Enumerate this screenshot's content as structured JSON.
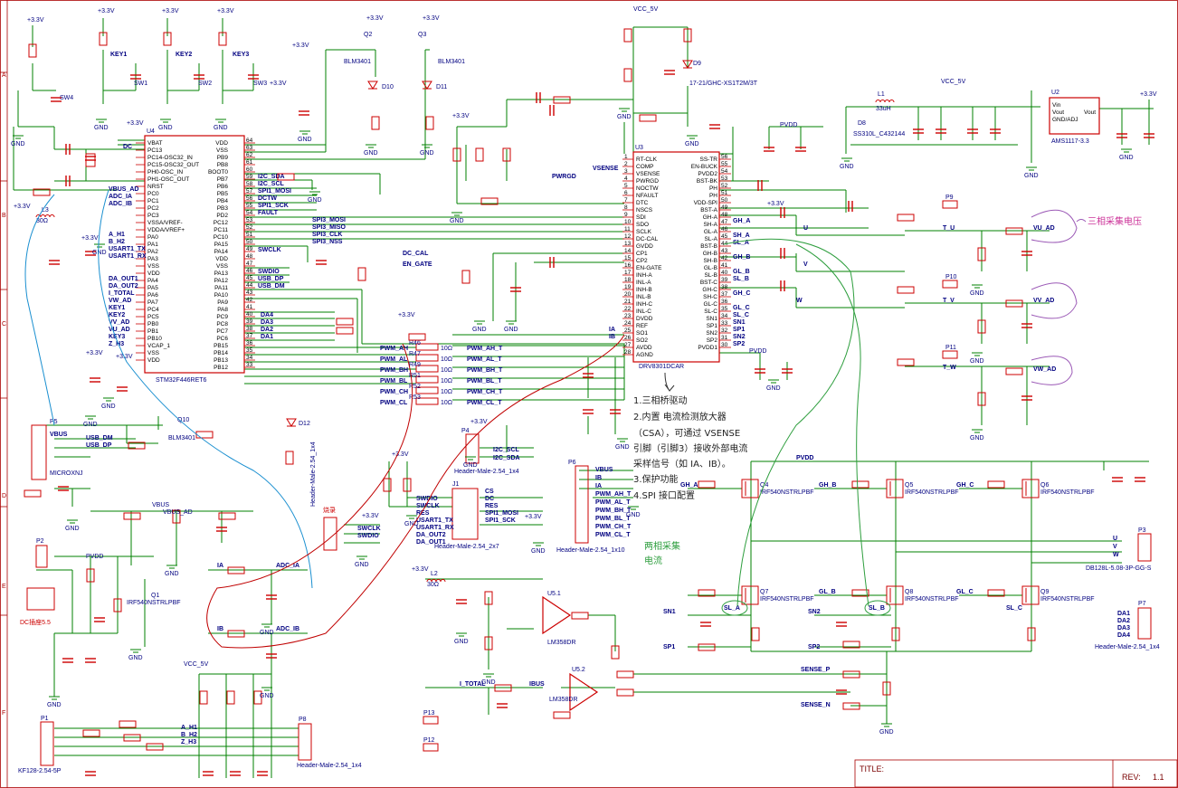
{
  "power_labels": {
    "v33": "+3.3V",
    "vcc5": "VCC_5V",
    "pvdd": "PVDD",
    "gnd": "GND",
    "vbus": "VBUS",
    "vbus_ad": "VBUS_AD"
  },
  "mcu": {
    "ref": "U4",
    "part": "STM32F446RET6",
    "left_pins": [
      "VBAT",
      "PC13",
      "PC14-OSC32_IN",
      "PC15-OSC32_OUT",
      "PH0-OSC_IN",
      "PH1-OSC_OUT",
      "NRST",
      "PC0",
      "PC1",
      "PC2",
      "PC3",
      "VSSA/VREF-",
      "VDDA/VREF+",
      "PA0",
      "PA1",
      "PA2",
      "PA3",
      "VSS",
      "VDD",
      "PA4",
      "PA5",
      "PA6",
      "PA7",
      "PC4",
      "PC5",
      "PB0",
      "PB1",
      "PB10",
      "VCAP_1",
      "VSS",
      "VDD"
    ],
    "left_nets": [
      "DC",
      "VBUS_AD",
      "ADC_IA",
      "ADC_IB",
      "A_H1",
      "B_H2",
      "USART1_TX",
      "USART1_RX",
      "DA_OUT1",
      "DA_OUT2",
      "I_TOTAL",
      "VW_AD",
      "KEY1",
      "KEY2",
      "VV_AD",
      "VU_AD",
      "KEY3",
      "Z_H3"
    ],
    "right_pins": [
      "VDD",
      "VSS",
      "PB9",
      "PB8",
      "BOOT0",
      "PB7",
      "PB6",
      "PB5",
      "PB4",
      "PB3",
      "PD2",
      "PC12",
      "PC11",
      "PC10",
      "PA15",
      "PA14",
      "VDD",
      "VSS",
      "PA13",
      "PA12",
      "PA11",
      "PA10",
      "PA9",
      "PA8",
      "PC9",
      "PC8",
      "PC7",
      "PC6",
      "PB15",
      "PB14",
      "PB13",
      "PB12"
    ],
    "right_nums": [
      "64",
      "63",
      "62",
      "61",
      "60",
      "59",
      "58",
      "57",
      "56",
      "55",
      "54",
      "53",
      "52",
      "51",
      "50",
      "49",
      "48",
      "47",
      "46",
      "45",
      "44",
      "43",
      "42",
      "41",
      "40",
      "39",
      "38",
      "37",
      "36",
      "35",
      "34",
      "33"
    ],
    "right_nets": [
      "I2C_SDA",
      "I2C_SCL",
      "SPI1_MOSI",
      "DCTW",
      "SPI1_SCK",
      "FAULT",
      "SPI3_MOSI",
      "SPI3_MISO",
      "SPI3_CLK",
      "SPI3_NSS",
      "SWCLK",
      "SWDIO",
      "USB_DP",
      "USB_DM",
      "DA4",
      "DA3",
      "DA2",
      "DA1"
    ]
  },
  "driver": {
    "ref": "U3",
    "part": "DRV8301DCAR",
    "left_pins": [
      "RT-CLK",
      "COMP",
      "VSENSE",
      "PWRGD",
      "NOCTW",
      "NFAULT",
      "DTC",
      "NSCS",
      "SDI",
      "SDO",
      "SCLK",
      "DC-CAL",
      "GVDD",
      "CP1",
      "CP2",
      "EN-GATE",
      "INH-A",
      "INL-A",
      "INH-B",
      "INL-B",
      "INH-C",
      "INL-C",
      "DVDD",
      "REF",
      "SO1",
      "SO2",
      "AVDD",
      "AGND"
    ],
    "left_nums": [
      "1",
      "2",
      "3",
      "4",
      "5",
      "6",
      "7",
      "8",
      "9",
      "10",
      "11",
      "12",
      "13",
      "14",
      "15",
      "16",
      "17",
      "18",
      "19",
      "20",
      "21",
      "22",
      "23",
      "24",
      "25",
      "26",
      "27",
      "28"
    ],
    "right_pins": [
      "SS-TR",
      "EN-BUCK",
      "PVDD2",
      "BST-BK",
      "PH",
      "PH",
      "VDD-SPI",
      "BST-A",
      "GH-A",
      "SH-A",
      "GL-A",
      "SL-A",
      "BST-B",
      "GH-B",
      "SH-B",
      "GL-B",
      "SL-B",
      "BST-C",
      "GH-C",
      "SH-C",
      "GL-C",
      "SL-C",
      "SN1",
      "SP1",
      "SN2",
      "SP2",
      "PVDD1"
    ],
    "right_nums": [
      "56",
      "55",
      "54",
      "53",
      "52",
      "51",
      "50",
      "49",
      "48",
      "47",
      "46",
      "45",
      "44",
      "43",
      "42",
      "41",
      "40",
      "39",
      "38",
      "37",
      "36",
      "35",
      "34",
      "33",
      "32",
      "31",
      "30"
    ],
    "left_nets": [
      "VSENSE",
      "PWRGD",
      "DC_CAL",
      "EN_GATE"
    ],
    "right_nets": [
      "GH_A",
      "SH_A",
      "SL_A",
      "GH_B",
      "GL_B",
      "SL_B",
      "GH_C",
      "GL_C",
      "SL_C",
      "SN1",
      "SP1",
      "SN2",
      "SP2"
    ]
  },
  "pwm_nets": [
    {
      "ref": "R46",
      "val": "10Ω",
      "net": "PWM_AH"
    },
    {
      "ref": "R47",
      "val": "10Ω",
      "net": "PWM_AL"
    },
    {
      "ref": "R49",
      "val": "10Ω",
      "net": "PWM_BH"
    },
    {
      "ref": "R51",
      "val": "10Ω",
      "net": "PWM_BL"
    },
    {
      "ref": "R52",
      "val": "10Ω",
      "net": "PWM_CH"
    },
    {
      "ref": "R53",
      "val": "10Ω",
      "net": "PWM_CL"
    }
  ],
  "pwm_out": [
    "PWM_AH_T",
    "PWM_AL_T",
    "PWM_BH_T",
    "PWM_BL_T",
    "PWM_CH_T",
    "PWM_CL_T"
  ],
  "regulator": {
    "ref": "U2",
    "part": "AMS1117-3.3",
    "pins": [
      "Vin",
      "Vout",
      "GND/ADJ",
      "Vout"
    ]
  },
  "diodes": {
    "d8": "D8",
    "d8p": "SS310L_C432144",
    "d9": "D9",
    "d9p": "17-21/GHC-XS1T2M/3T",
    "d10": "D10",
    "d11": "D11",
    "d12": "D12"
  },
  "inductors": {
    "l1": "L1",
    "l1v": "33uH",
    "l2": "L2",
    "l2v": "30Ω",
    "l3": "L3",
    "l3v": "30Ω"
  },
  "mosfets": {
    "q2": "Q2",
    "q3": "Q3",
    "blm": "BLM3401",
    "q10": "Q10",
    "q1": "Q1",
    "irf": "IRF540NSTRLPBF",
    "q4": "Q4",
    "q5": "Q5",
    "q6": "Q6",
    "q7": "Q7",
    "q8": "Q8",
    "q9": "Q9"
  },
  "opamps": {
    "u51": "U5.1",
    "u52": "U5.2",
    "part": "LM358DR"
  },
  "connectors": {
    "p1": "P1",
    "p1p": "KF128-2.54-5P",
    "p2": "P2",
    "p3": "P3",
    "p3p": "DB128L-5.08-3P-GG-S",
    "p4": "P4",
    "p4p": "Header-Male-2.54_1x4",
    "p5": "P5",
    "p5p": "MICROXNJ",
    "p6": "P6",
    "p6p": "Header-Male-2.54_1x10",
    "p7": "P7",
    "p7p": "Header-Male-2.54_1x4",
    "p8": "P8",
    "p8p": "Header-Male-2.54_1x4",
    "p9": "P9",
    "p10": "P10",
    "p11": "P11",
    "p12": "P12",
    "p13": "P13",
    "j1": "J1",
    "j1p": "Header-Male-2.54_2x7",
    "dc_jack": "DC插座5.5",
    "p_v": "Header-Male-2.54_1x4"
  },
  "p6_nets": [
    "VBUS",
    "IB",
    "IA",
    "PWM_AH_T",
    "PWM_AL_T",
    "PWM_BH_T",
    "PWM_BL_T",
    "PWM_CH_T",
    "PWM_CL_T"
  ],
  "j1_left": [
    "SWDIO",
    "SWCLK",
    "RES",
    "USART1_TX",
    "USART1_RX",
    "DA_OUT2",
    "DA_OUT1"
  ],
  "j1_right": [
    "CS",
    "DC",
    "RES",
    "SPI1_MOSI",
    "SPI1_SCK"
  ],
  "p7_nets": [
    "DA1",
    "DA2",
    "DA3",
    "DA4"
  ],
  "p8_nets": [
    "A_H1",
    "B_H2",
    "Z_H3"
  ],
  "p3_nets": [
    "U",
    "V",
    "W"
  ],
  "phase_nets": [
    "U",
    "V",
    "W",
    "T_U",
    "T_V",
    "T_W",
    "VU_AD",
    "VV_AD",
    "VW_AD"
  ],
  "sense_nets": [
    "SENSE_P",
    "SENSE_N",
    "I_TOTAL",
    "IBUS",
    "IA",
    "IB",
    "ADC_IA",
    "ADC_IB"
  ],
  "keys": [
    "KEY1",
    "KEY2",
    "KEY3",
    "SW1",
    "SW2",
    "SW3",
    "SW4"
  ],
  "annotations": {
    "phase_voltage": "三相采集电压",
    "two_phase": [
      "两相采集",
      "电流"
    ],
    "notes": [
      "1.三相桥驱动",
      "2.内置 电流检测放大器",
      "（CSA），可通过 VSENSE",
      "引脚（引脚3）接收外部电流",
      "采样信号（如 IA、IB）。",
      "3.保护功能",
      "4.SPI 接口配置"
    ],
    "burn": "烧录"
  },
  "zones": {
    "left": [
      "A",
      "B",
      "C",
      "D",
      "E",
      "F"
    ]
  },
  "title_block": {
    "title_label": "TITLE:",
    "rev_label": "REV:",
    "rev": "1.1"
  },
  "colors": {
    "wire": "#008000",
    "component": "#cc0000",
    "net_label": "#000080",
    "annotation_pink": "#cc3399",
    "annotation_green": "#2e9e3e",
    "annotation_blue": "#1a8fd0",
    "annotation_red": "#c00000"
  }
}
